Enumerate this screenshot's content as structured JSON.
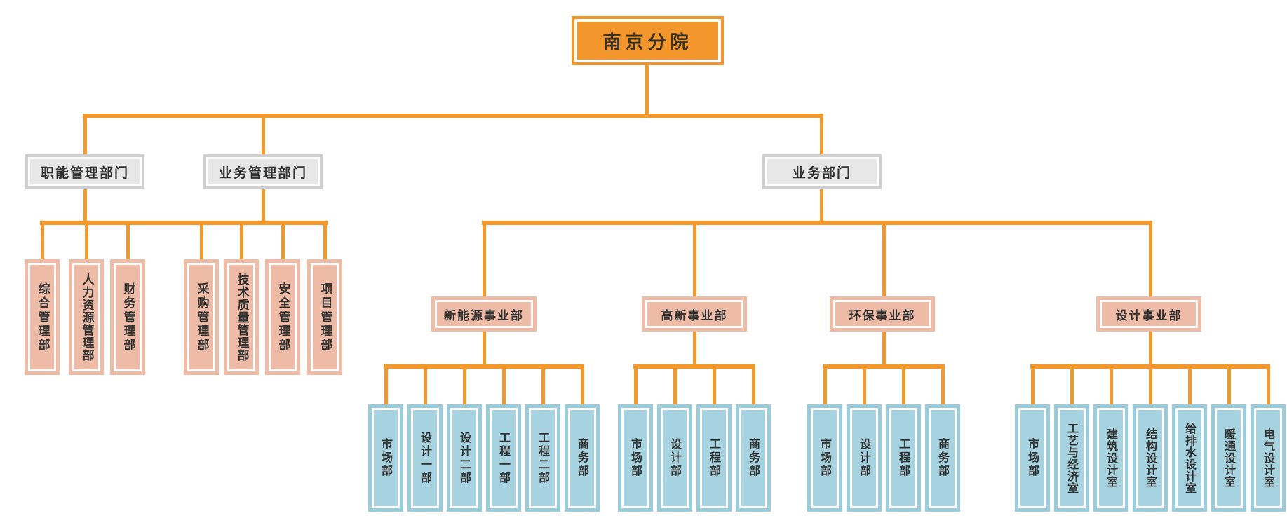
{
  "org_chart": {
    "root": {
      "label": "南京分院"
    },
    "branches": [
      {
        "label": "职能管理部门",
        "children": [
          "综合管理部",
          "人力资源管理部",
          "财务管理部"
        ]
      },
      {
        "label": "业务管理部门",
        "children": [
          "采购管理部",
          "技术质量管理部",
          "安全管理部",
          "项目管理部"
        ]
      },
      {
        "label": "业务部门",
        "divisions": [
          {
            "label": "新能源事业部",
            "children": [
              "市场部",
              "设计一部",
              "设计二部",
              "工程一部",
              "工程二部",
              "商务部"
            ]
          },
          {
            "label": "高新事业部",
            "children": [
              "市场部",
              "设计部",
              "工程部",
              "商务部"
            ]
          },
          {
            "label": "环保事业部",
            "children": [
              "市场部",
              "设计部",
              "工程部",
              "商务部"
            ]
          },
          {
            "label": "设计事业部",
            "children": [
              "市场部",
              "工艺与经济室",
              "建筑设计室",
              "结构设计室",
              "给排水设计室",
              "暖通设计室",
              "电气设计室"
            ]
          }
        ]
      }
    ],
    "colors": {
      "connector_orange": "#F0992F",
      "root_fill": "#F2952B",
      "level2_fill": "#E7E7E7",
      "level2_border": "#CFCFCF",
      "salmon_fill": "#EEBCA6",
      "blue_fill": "#A6D3DF",
      "blue_border": "#99CBDA",
      "text": "#323232"
    }
  }
}
